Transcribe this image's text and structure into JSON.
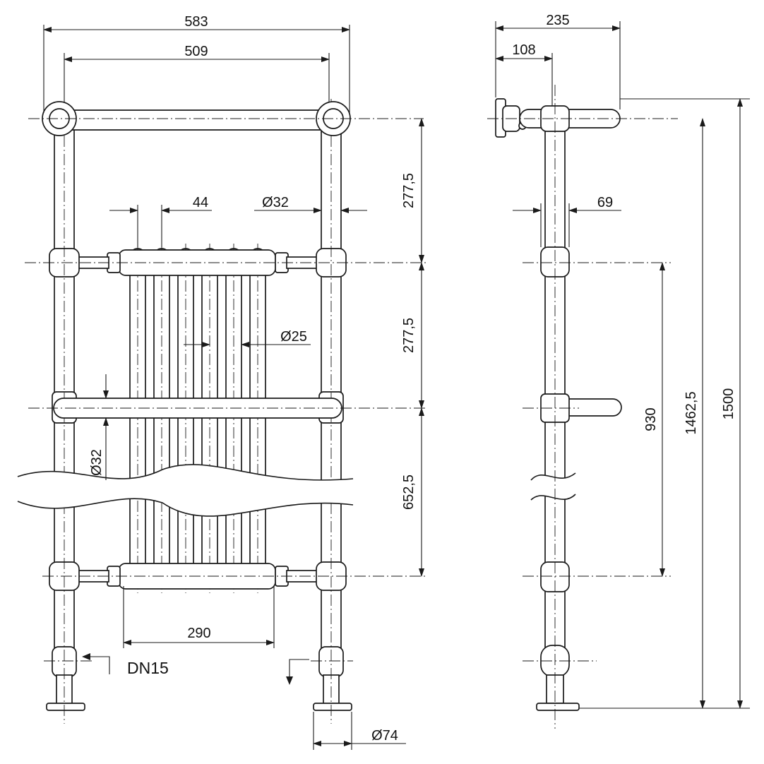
{
  "drawing": {
    "front": {
      "width_overall": "583",
      "rail_centers": "509",
      "section_pitch": "44",
      "rail_diameter": "Ø32",
      "column_diameter": "Ø25",
      "rail_diameter_side": "Ø32",
      "manifold_length": "290",
      "connection": "DN15",
      "foot_diameter": "Ø74",
      "height_upper": "277,5",
      "height_middle": "277,5",
      "height_lower": "652,5"
    },
    "side": {
      "depth_overall": "235",
      "wall_offset": "108",
      "pipe_offset": "69",
      "manifold_centers": "930",
      "height_to_rail": "1462,5",
      "height_overall": "1500"
    }
  }
}
